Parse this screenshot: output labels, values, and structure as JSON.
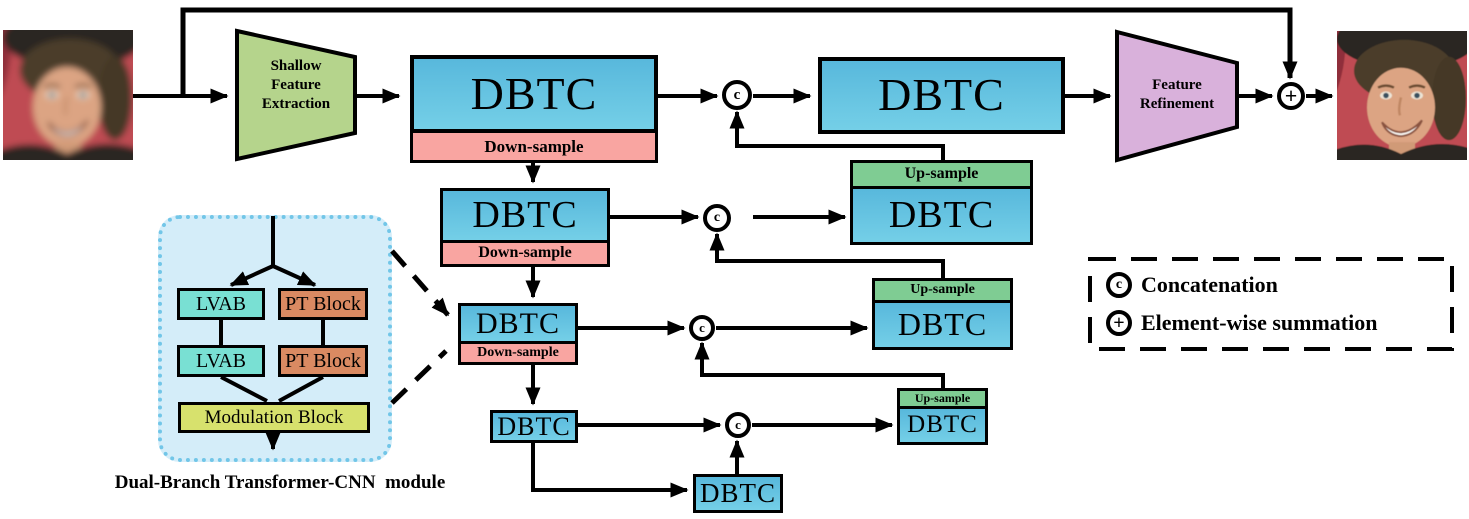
{
  "colors": {
    "blue-top": "#58b8dc",
    "blue-bottom": "#74cfe7",
    "pink": "#f9a5a1",
    "up-green": "#7fcc93",
    "enc-green": "#b5d48c",
    "purple": "#d9b1db",
    "teal": "#79e0d3",
    "orange": "#da8a62",
    "yellow": "#d7e16d",
    "module-bg": "#d4edf9",
    "module-border": "#72c6e8",
    "line": "#000000"
  },
  "pipeline": {
    "input_image": "blurred low-quality face photo",
    "output_image": "restored sharp face photo",
    "shallow_label": "Shallow Feature Extraction",
    "dbtc_label": "DBTC",
    "down_sample_label": "Down-sample",
    "up_sample_label": "Up-sample",
    "feature_refinement_label": "Feature Refinement"
  },
  "module": {
    "lvab_label": "LVAB",
    "pt_label": "PT Block",
    "modulation_label": "Modulation Block",
    "caption": "Dual-Branch Transformer-CNN  module"
  },
  "legend": {
    "concat_symbol": "c",
    "concat_label": "Concatenation",
    "sum_symbol": "+",
    "sum_label": "Element-wise summation"
  }
}
